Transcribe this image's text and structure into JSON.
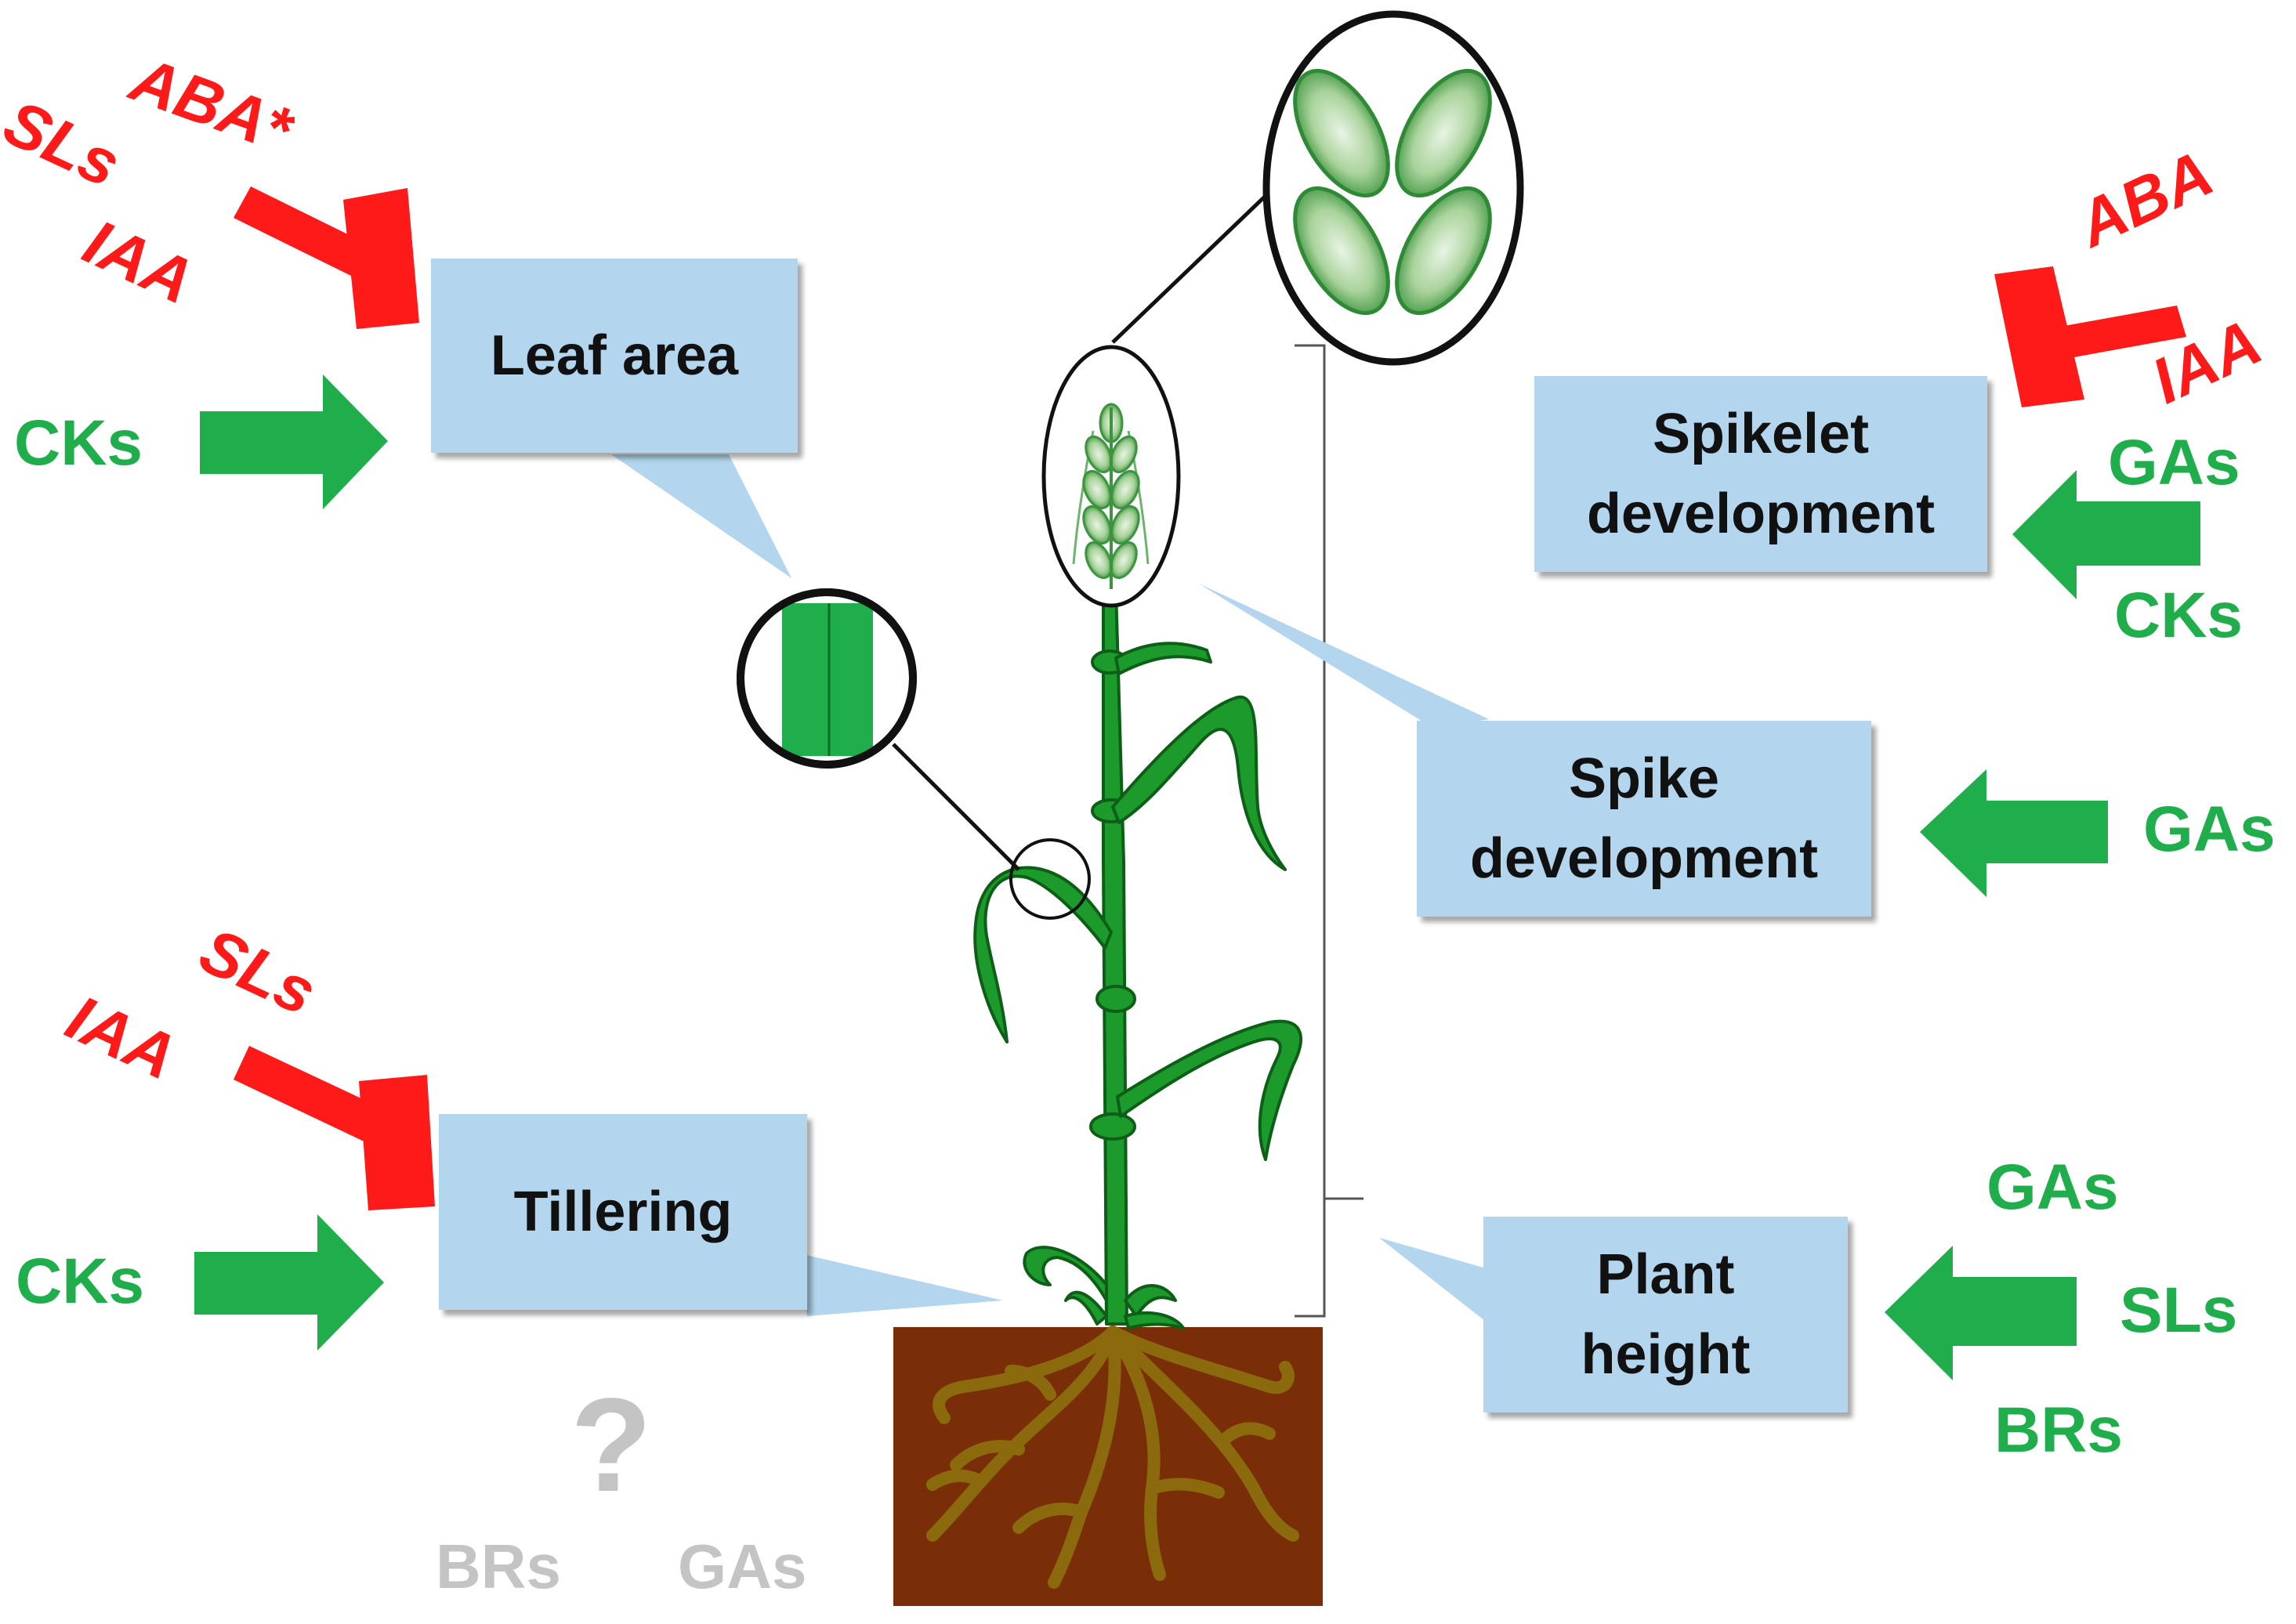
{
  "boxes": {
    "leaf_area": "Leaf area",
    "tillering": "Tillering",
    "spikelet_line1": "Spikelet",
    "spikelet_line2": "development",
    "spike_line1": "Spike",
    "spike_line2": "development",
    "height_line1": "Plant",
    "height_line2": "height"
  },
  "hormones": {
    "leaf_inhibitors": [
      "ABA*",
      "SLs",
      "IAA"
    ],
    "leaf_promoter": "CKs",
    "tiller_inhibitors": [
      "SLs",
      "IAA"
    ],
    "tiller_promoter": "CKs",
    "tiller_unknown_mark": "?",
    "tiller_unknown": [
      "BRs",
      "GAs"
    ],
    "spikelet_inhibitors": [
      "ABA",
      "IAA"
    ],
    "spikelet_promoters": [
      "GAs",
      "CKs"
    ],
    "spike_promoter": "GAs",
    "height_promoters": [
      "GAs",
      "SLs",
      "BRs"
    ]
  },
  "colors": {
    "inhibition": "#ff1a1a",
    "promotion": "#1fae4b",
    "unknown": "#c4c4c4",
    "callout": "#b3d6ee",
    "soil": "#7a2e07",
    "roots": "#8a6a0c",
    "plant": "#1c9a2c"
  }
}
